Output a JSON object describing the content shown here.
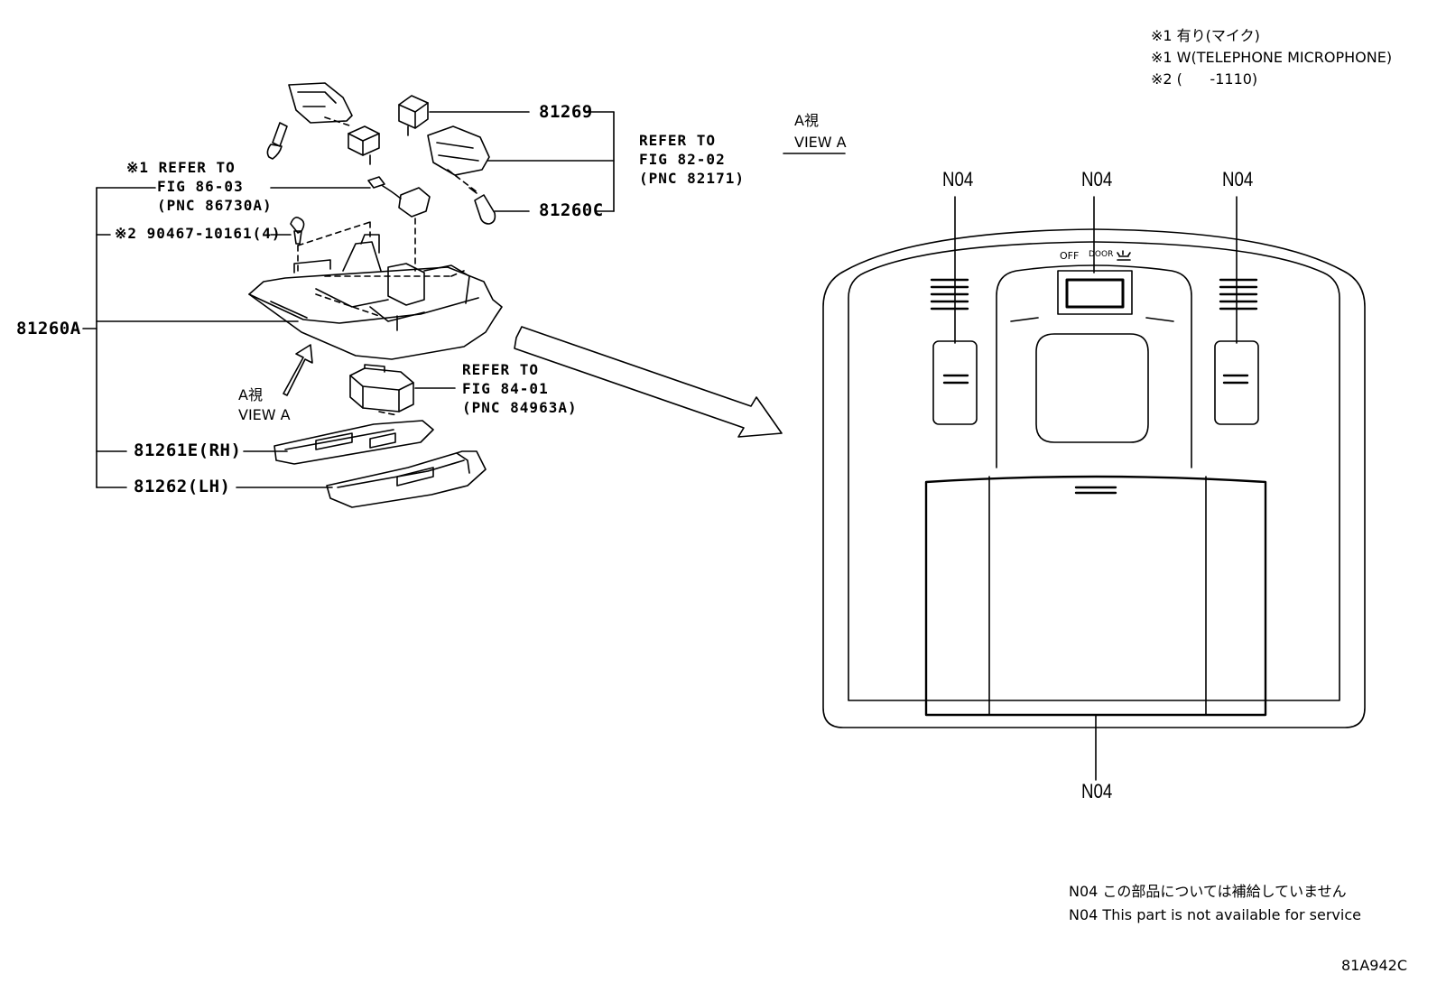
{
  "notes": {
    "line1": "※1 有り(マイク)",
    "line2": "※1 W(TELEPHONE MICROPHONE)",
    "line3": "※2 (      -1110)"
  },
  "parts": {
    "p81269": "81269",
    "p81260C": "81260C",
    "p81260A": "81260A",
    "p81261E": "81261E(RH)",
    "p81262": "81262(LH)",
    "p90467": "※2 90467-10161(4)"
  },
  "refs": {
    "ref1": {
      "line1": "※1 REFER TO",
      "line2": "FIG 86-03",
      "line3": "(PNC 86730A)"
    },
    "ref2": {
      "line1": "REFER TO",
      "line2": "FIG 82-02",
      "line3": "(PNC 82171)"
    },
    "ref3": {
      "line1": "REFER TO",
      "line2": "FIG 84-01",
      "line3": "(PNC 84963A)"
    }
  },
  "view_a": {
    "left_jp": "A視",
    "left_en": "VIEW A",
    "right_jp": "A視",
    "right_en": "VIEW A"
  },
  "callouts": {
    "top_left": "N04",
    "top_center": "N04",
    "top_right": "N04",
    "bottom": "N04"
  },
  "switch_labels": {
    "off": "OFF",
    "door": "DOOR"
  },
  "legend": {
    "jp": "N04 この部品については補給していません",
    "en": "N04 This part is not available for service"
  },
  "figure_id": "81A942C"
}
